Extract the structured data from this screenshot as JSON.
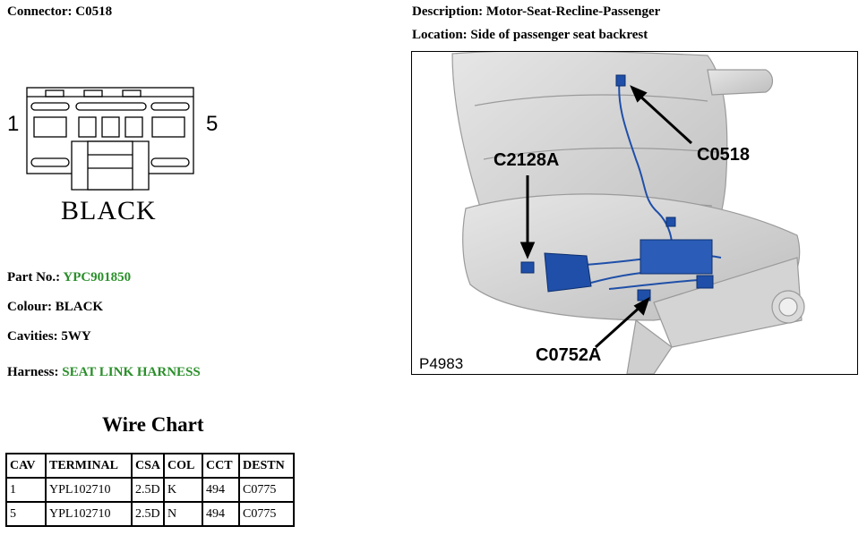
{
  "connector": {
    "label": "Connector:",
    "value": "C0518"
  },
  "description": {
    "label": "Description:",
    "value": "Motor-Seat-Recline-Passenger"
  },
  "location": {
    "label": "Location:",
    "value": "Side of passenger seat backrest"
  },
  "diagram": {
    "pin_left": "1",
    "pin_right": "5",
    "color_label": "BLACK"
  },
  "part_no": {
    "label": "Part No.:",
    "value": "YPC901850"
  },
  "colour": {
    "label": "Colour:",
    "value": "BLACK"
  },
  "cavities": {
    "label": "Cavities:",
    "value": "5WY"
  },
  "harness": {
    "label": "Harness:",
    "value": "SEAT LINK HARNESS"
  },
  "wire_chart": {
    "title": "Wire Chart",
    "headers": [
      "CAV",
      "TERMINAL",
      "CSA",
      "COL",
      "CCT",
      "DESTN"
    ],
    "rows": [
      [
        "1",
        "YPL102710",
        "2.5D",
        "K",
        "494",
        "C0775"
      ],
      [
        "5",
        "YPL102710",
        "2.5D",
        "N",
        "494",
        "C0775"
      ]
    ]
  },
  "figure": {
    "id": "P4983",
    "callouts": {
      "c0518": "C0518",
      "c2128a": "C2128A",
      "c0752a": "C0752A"
    }
  },
  "colors": {
    "green_value": "#2a8f2a",
    "harness_blue": "#1f4fa8"
  }
}
